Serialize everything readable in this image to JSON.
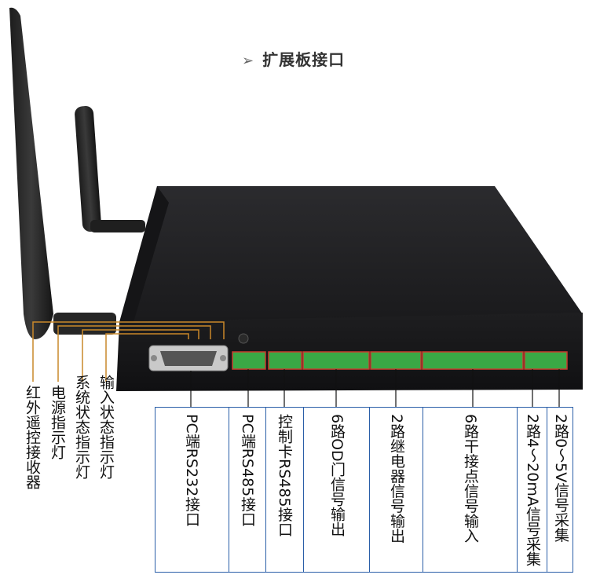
{
  "title": {
    "arrow": "➢",
    "text": "扩展板接口"
  },
  "left_labels": [
    {
      "text": "红外遥控接收器"
    },
    {
      "text": "电源指示灯"
    },
    {
      "text": "系统状态指示灯"
    },
    {
      "text": "输入状态指示灯"
    }
  ],
  "ports": [
    {
      "text": "PC端RS232接口"
    },
    {
      "text": "PC端RS485接口"
    },
    {
      "text": "控制卡RS485接口"
    },
    {
      "text": "6路OD门信号输出"
    },
    {
      "text": "2路继电器信号输出"
    },
    {
      "text": "6路干接点信号输入"
    },
    {
      "text": "2路4～20mA信号采集"
    },
    {
      "text": "2路0～5V信号采集"
    }
  ],
  "colors": {
    "box_border": "#2a5ea8",
    "callout_line": "#c9882a",
    "terminal_green": "#3aa845",
    "terminal_border": "#c93a2e"
  }
}
